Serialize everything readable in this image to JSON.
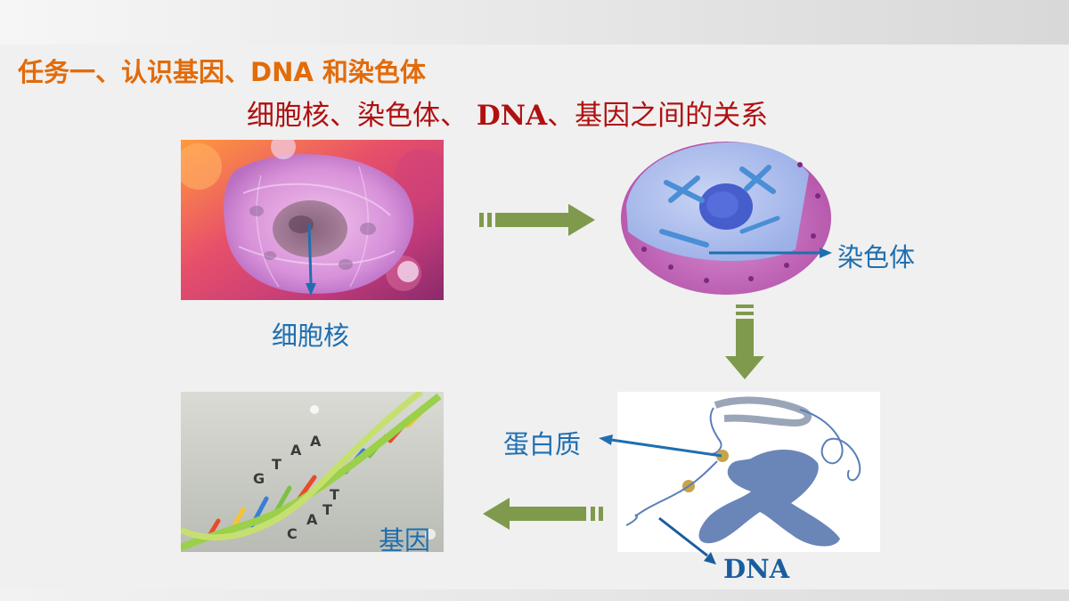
{
  "slide": {
    "title": "任务一、认识基因、DNA 和染色体",
    "subtitle_part1": "细胞核、染色体、 ",
    "subtitle_dna": "DNA",
    "subtitle_part2": "、基因之间的关系"
  },
  "labels": {
    "nucleus": "细胞核",
    "chromosome": "染色体",
    "protein": "蛋白质",
    "dna": "DNA",
    "gene": "基因"
  },
  "helix_letters": [
    "G",
    "T",
    "A",
    "A",
    "T",
    "T",
    "A",
    "C"
  ],
  "colors": {
    "title": "#e26b0a",
    "subtitle": "#b01010",
    "label": "#1f6fb0",
    "arrow": "#7f9a4c"
  }
}
